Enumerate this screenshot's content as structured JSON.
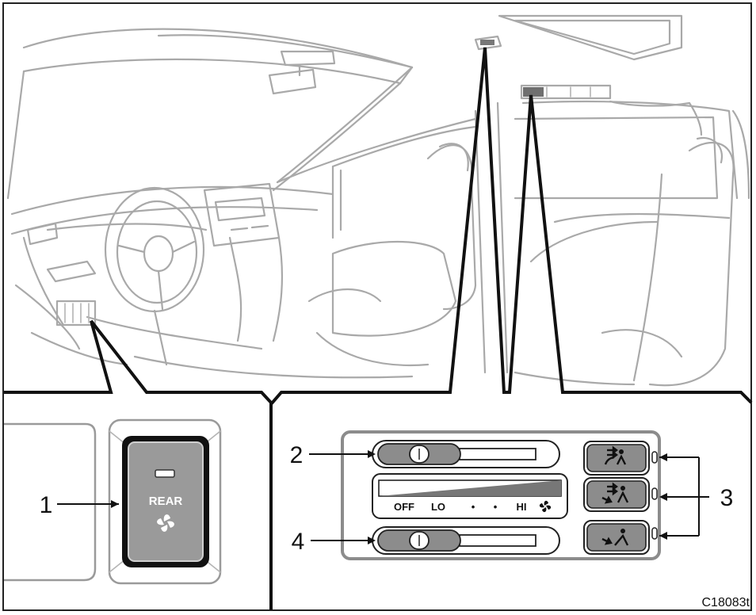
{
  "callouts": {
    "c1": "1",
    "c2": "2",
    "c3": "3",
    "c4": "4"
  },
  "switch": {
    "label": "REAR"
  },
  "fan_scale": {
    "off": "OFF",
    "lo": "LO",
    "dot1": "•",
    "dot2": "•",
    "hi": "HI"
  },
  "code": "C18083t",
  "icons": {
    "fan": "fan-icon",
    "vent_face": "face-vent-icon",
    "vent_bilevel": "bilevel-vent-icon",
    "vent_feet": "feet-vent-icon"
  },
  "colors": {
    "line": "#a9a9a9",
    "border": "#111111",
    "panel_gray": "#8c8c8c",
    "switch_gray": "#9a9a9a"
  }
}
